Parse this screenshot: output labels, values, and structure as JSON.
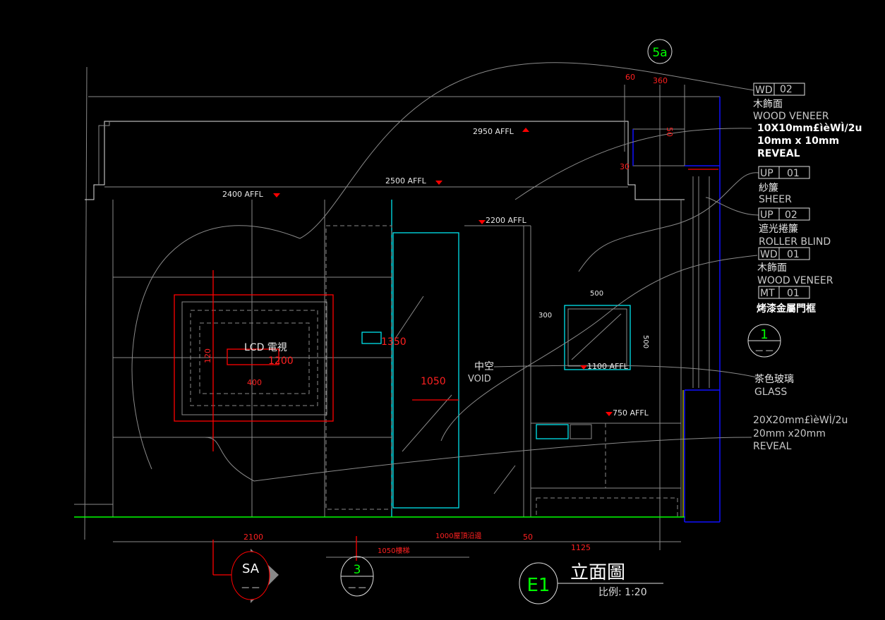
{
  "levels": {
    "l2950": "2950 AFFL",
    "l2500": "2500 AFFL",
    "l2400": "2400 AFFL",
    "l2200": "2200 AFFL",
    "l1100": "1100 AFFL",
    "l750": "750 AFFL"
  },
  "dims": {
    "d60": "60",
    "d360": "360",
    "d50v": "50",
    "d30": "30",
    "d500w": "500",
    "d500h": "500",
    "d300": "300",
    "d120": "120",
    "d400": "400",
    "d1350": "1350",
    "d1200": "1200",
    "d1050": "1050",
    "d2100": "2100",
    "d1000": "1000屋頂沿邊",
    "d50": "50",
    "d1125": "1125",
    "d1050b": "1050樓梯"
  },
  "labels": {
    "lcd": "LCD 電視",
    "void_cn": "中空",
    "void_en": "VOID"
  },
  "legend": [
    {
      "code": "WD",
      "num": "02",
      "cn": "木飾面",
      "en": "WOOD VENEER"
    },
    {
      "code": "UP",
      "num": "01",
      "cn": "紗簾",
      "en": "SHEER"
    },
    {
      "code": "UP",
      "num": "02",
      "cn": "遮光捲簾",
      "en": "ROLLER BLIND"
    },
    {
      "code": "WD",
      "num": "01",
      "cn": "木飾面",
      "en": "WOOD VENEER"
    },
    {
      "code": "MT",
      "num": "01",
      "cn": "烤漆金屬門框"
    }
  ],
  "notes": {
    "reveal1_a": "10X10mm£ìèWÌ/2u",
    "reveal1_b": "10mm x 10mm",
    "reveal1_c": "REVEAL",
    "glass_cn": "茶色玻璃",
    "glass_en": "GLASS",
    "reveal2_a": "20X20mm£ìèWÌ/2u",
    "reveal2_b": "20mm x20mm",
    "reveal2_c": "REVEAL"
  },
  "tags": {
    "top": "5a",
    "right_num": "1",
    "right_sub": "— —",
    "sa": "SA",
    "sa_sub": "— —",
    "three": "3",
    "three_sub": "— —",
    "e1": "E1"
  },
  "title": {
    "main": "立面圖",
    "scale": "比例: 1:20"
  }
}
